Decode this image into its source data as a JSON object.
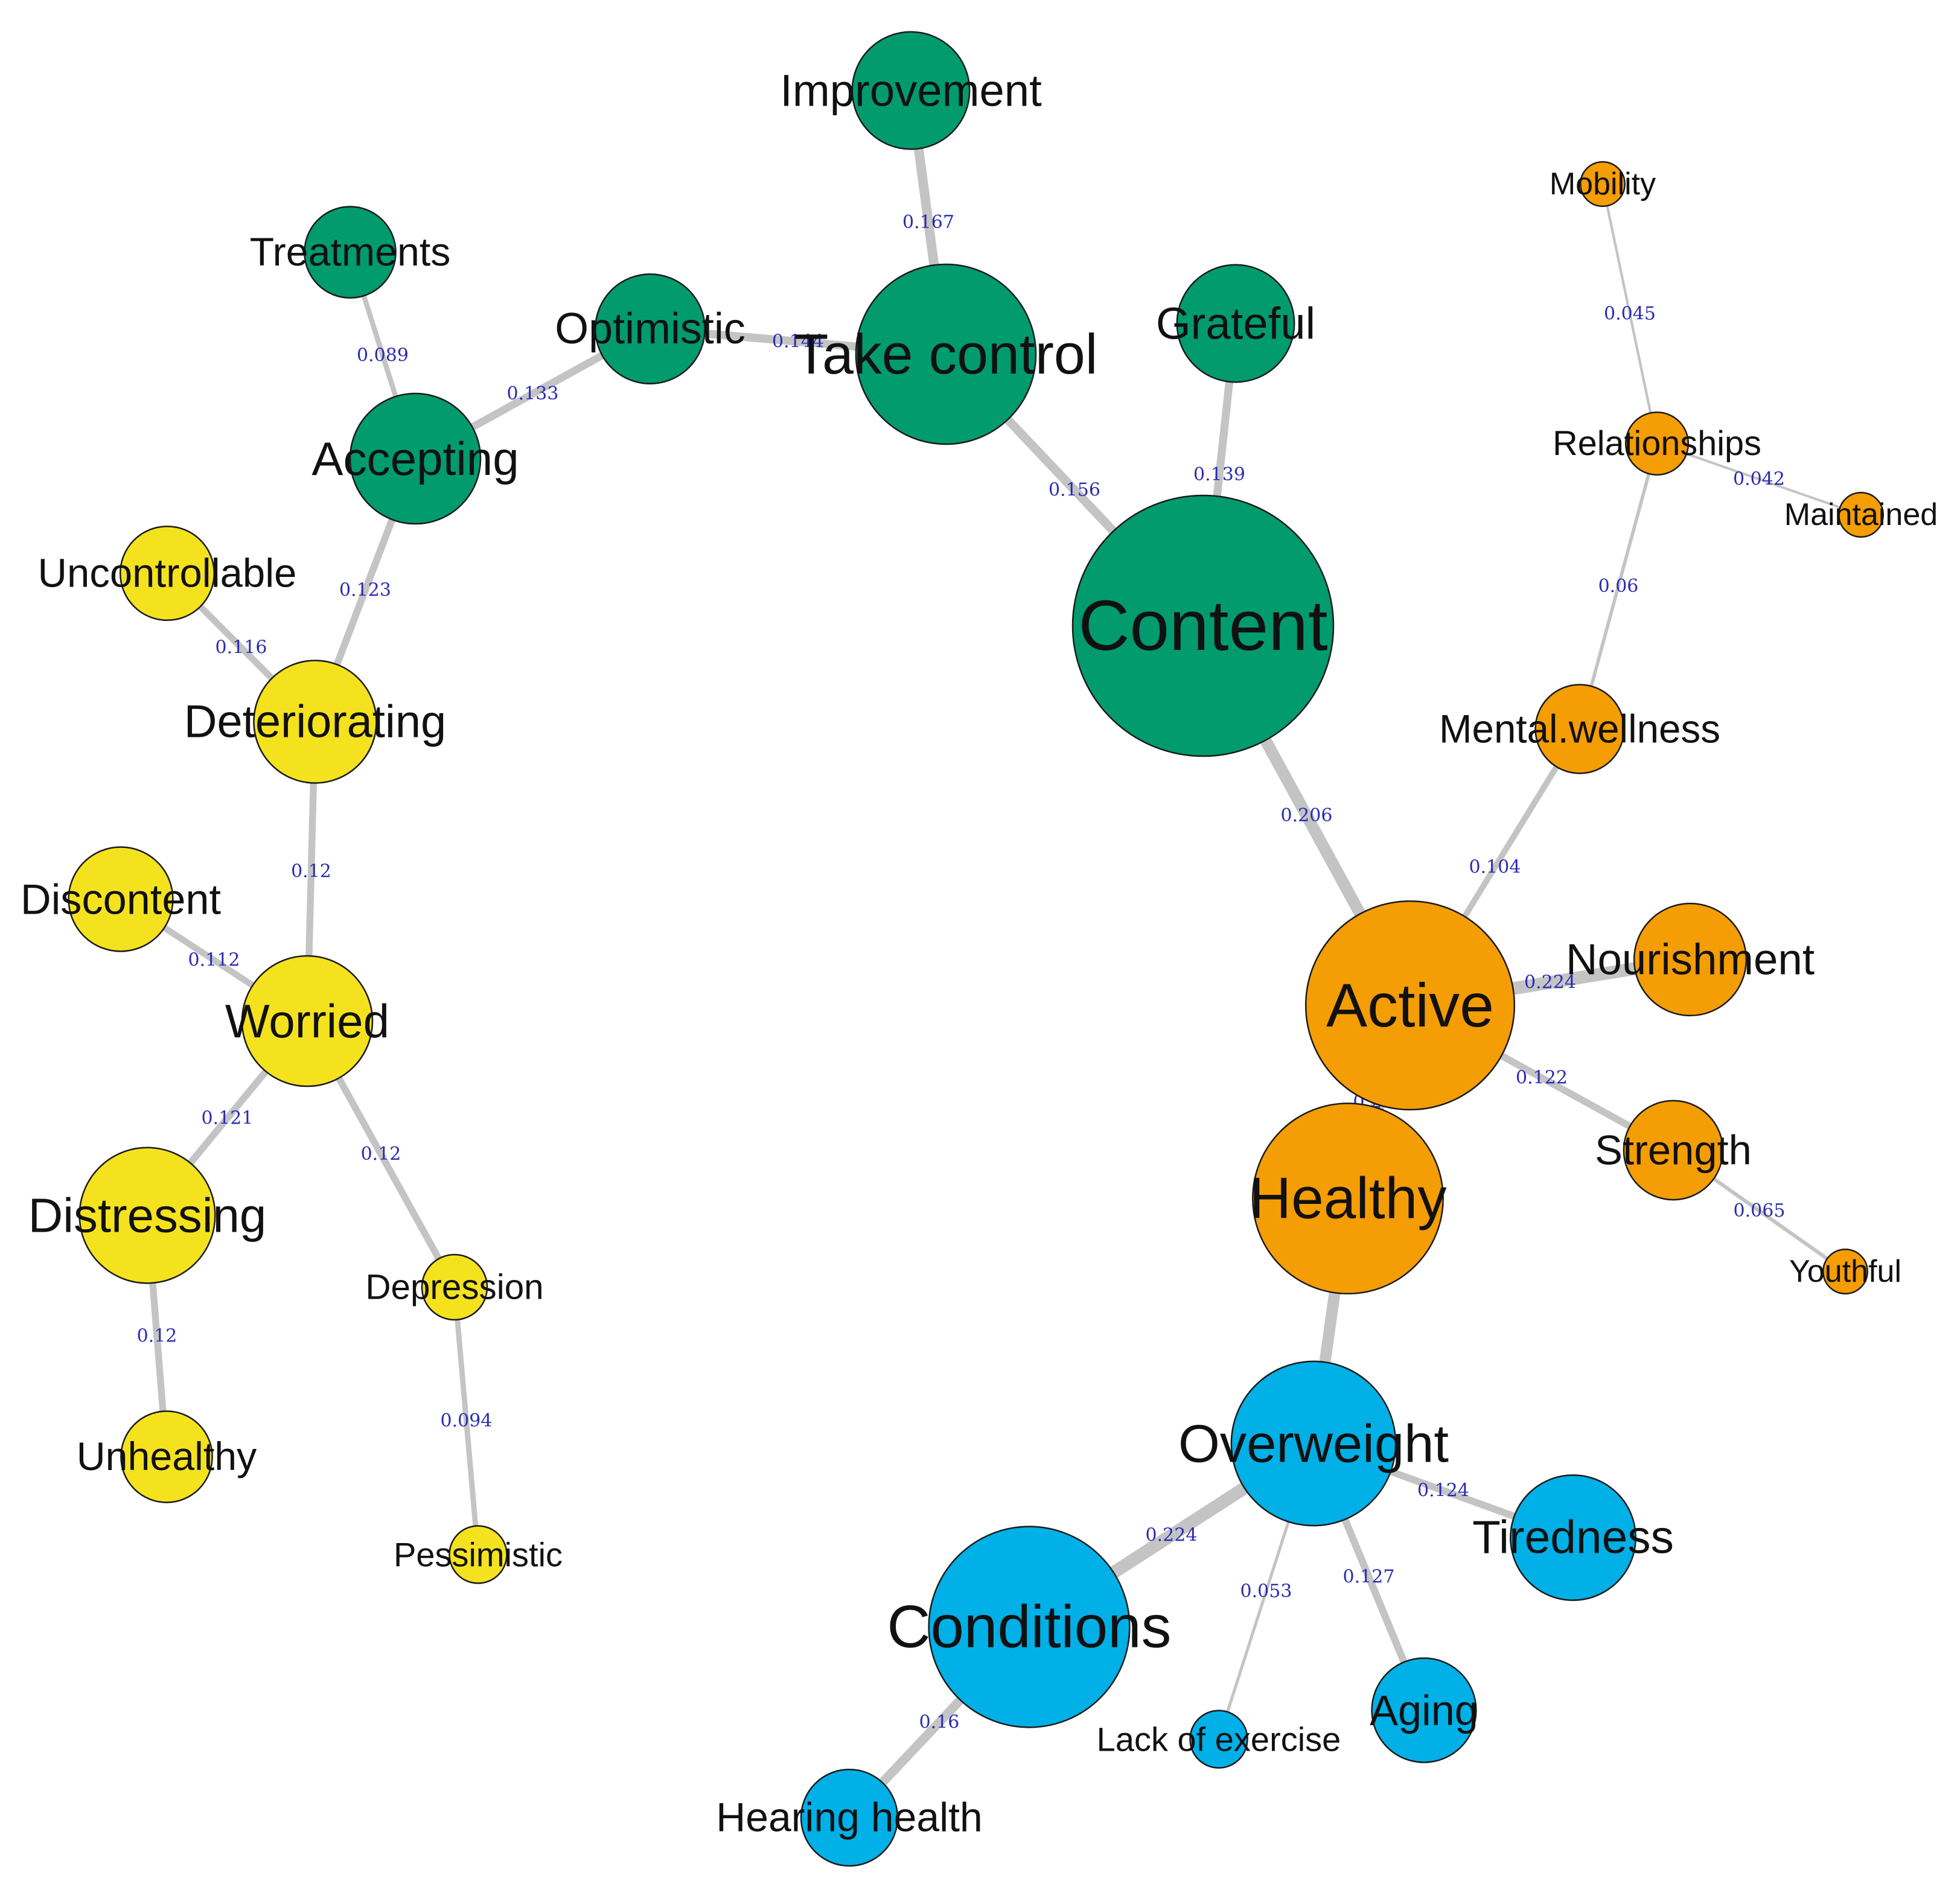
{
  "colors": {
    "green": "#019b6e",
    "yellow": "#f4e21f",
    "orange": "#f59d04",
    "blue": "#01b0e6",
    "edge": "#c4c4c4",
    "weight_label": "#2b2bb3"
  },
  "nodes": [
    {
      "id": "improvement",
      "label": "Improvement",
      "group": "green",
      "size": 0.45
    },
    {
      "id": "treatments",
      "label": "Treatments",
      "group": "green",
      "size": 0.35
    },
    {
      "id": "optimistic",
      "label": "Optimistic",
      "group": "green",
      "size": 0.42
    },
    {
      "id": "take_control",
      "label": "Take control",
      "group": "green",
      "size": 0.69
    },
    {
      "id": "grateful",
      "label": "Grateful",
      "group": "green",
      "size": 0.45
    },
    {
      "id": "accepting",
      "label": "Accepting",
      "group": "green",
      "size": 0.5
    },
    {
      "id": "content",
      "label": "Content",
      "group": "green",
      "size": 1.0
    },
    {
      "id": "uncontrollable",
      "label": "Uncontrollable",
      "group": "yellow",
      "size": 0.36
    },
    {
      "id": "deteriorating",
      "label": "Deteriorating",
      "group": "yellow",
      "size": 0.47
    },
    {
      "id": "discontent",
      "label": "Discontent",
      "group": "yellow",
      "size": 0.4
    },
    {
      "id": "worried",
      "label": "Worried",
      "group": "yellow",
      "size": 0.5
    },
    {
      "id": "distressing",
      "label": "Distressing",
      "group": "yellow",
      "size": 0.52
    },
    {
      "id": "depression",
      "label": "Depression",
      "group": "yellow",
      "size": 0.25
    },
    {
      "id": "unhealthy",
      "label": "Unhealthy",
      "group": "yellow",
      "size": 0.35
    },
    {
      "id": "pessimistic",
      "label": "Pessimistic",
      "group": "yellow",
      "size": 0.22
    },
    {
      "id": "mobility",
      "label": "Mobility",
      "group": "orange",
      "size": 0.17
    },
    {
      "id": "relationships",
      "label": "Relationships",
      "group": "orange",
      "size": 0.24
    },
    {
      "id": "maintained",
      "label": "Maintained",
      "group": "orange",
      "size": 0.17
    },
    {
      "id": "mental_wellness",
      "label": "Mental.wellness",
      "group": "orange",
      "size": 0.34
    },
    {
      "id": "nourishment",
      "label": "Nourishment",
      "group": "orange",
      "size": 0.43
    },
    {
      "id": "active",
      "label": "Active",
      "group": "orange",
      "size": 0.8
    },
    {
      "id": "strength",
      "label": "Strength",
      "group": "orange",
      "size": 0.38
    },
    {
      "id": "youthful",
      "label": "Youthful",
      "group": "orange",
      "size": 0.17
    },
    {
      "id": "healthy",
      "label": "Healthy",
      "group": "orange",
      "size": 0.73
    },
    {
      "id": "overweight",
      "label": "Overweight",
      "group": "blue",
      "size": 0.63
    },
    {
      "id": "tiredness",
      "label": "Tiredness",
      "group": "blue",
      "size": 0.48
    },
    {
      "id": "conditions",
      "label": "Conditions",
      "group": "blue",
      "size": 0.77
    },
    {
      "id": "aging",
      "label": "Aging",
      "group": "blue",
      "size": 0.4
    },
    {
      "id": "lack_of_exercise",
      "label": "Lack of exercise",
      "group": "blue",
      "size": 0.22
    },
    {
      "id": "hearing_health",
      "label": "Hearing health",
      "group": "blue",
      "size": 0.37
    }
  ],
  "edges": [
    {
      "source": "improvement",
      "target": "take_control",
      "weight": "0.167"
    },
    {
      "source": "treatments",
      "target": "accepting",
      "weight": "0.089"
    },
    {
      "source": "accepting",
      "target": "optimistic",
      "weight": "0.133"
    },
    {
      "source": "optimistic",
      "target": "take_control",
      "weight": "0.144"
    },
    {
      "source": "take_control",
      "target": "content",
      "weight": "0.156"
    },
    {
      "source": "grateful",
      "target": "content",
      "weight": "0.139"
    },
    {
      "source": "content",
      "target": "active",
      "weight": "0.206"
    },
    {
      "source": "accepting",
      "target": "deteriorating",
      "weight": "0.123"
    },
    {
      "source": "uncontrollable",
      "target": "deteriorating",
      "weight": "0.116"
    },
    {
      "source": "deteriorating",
      "target": "worried",
      "weight": "0.12"
    },
    {
      "source": "discontent",
      "target": "worried",
      "weight": "0.112"
    },
    {
      "source": "worried",
      "target": "distressing",
      "weight": "0.121"
    },
    {
      "source": "worried",
      "target": "depression",
      "weight": "0.12"
    },
    {
      "source": "distressing",
      "target": "unhealthy",
      "weight": "0.12"
    },
    {
      "source": "depression",
      "target": "pessimistic",
      "weight": "0.094"
    },
    {
      "source": "mobility",
      "target": "relationships",
      "weight": "0.045"
    },
    {
      "source": "relationships",
      "target": "maintained",
      "weight": "0.042"
    },
    {
      "source": "relationships",
      "target": "mental_wellness",
      "weight": "0.06"
    },
    {
      "source": "mental_wellness",
      "target": "active",
      "weight": "0.104"
    },
    {
      "source": "active",
      "target": "nourishment",
      "weight": "0.224"
    },
    {
      "source": "active",
      "target": "strength",
      "weight": "0.122"
    },
    {
      "source": "strength",
      "target": "youthful",
      "weight": "0.065"
    },
    {
      "source": "active",
      "target": "healthy",
      "weight": "0.243"
    },
    {
      "source": "healthy",
      "target": "overweight",
      "weight": ""
    },
    {
      "source": "overweight",
      "target": "tiredness",
      "weight": "0.124"
    },
    {
      "source": "overweight",
      "target": "conditions",
      "weight": "0.224"
    },
    {
      "source": "overweight",
      "target": "lack_of_exercise",
      "weight": "0.053"
    },
    {
      "source": "overweight",
      "target": "aging",
      "weight": "0.127"
    },
    {
      "source": "conditions",
      "target": "hearing_health",
      "weight": "0.16"
    }
  ]
}
